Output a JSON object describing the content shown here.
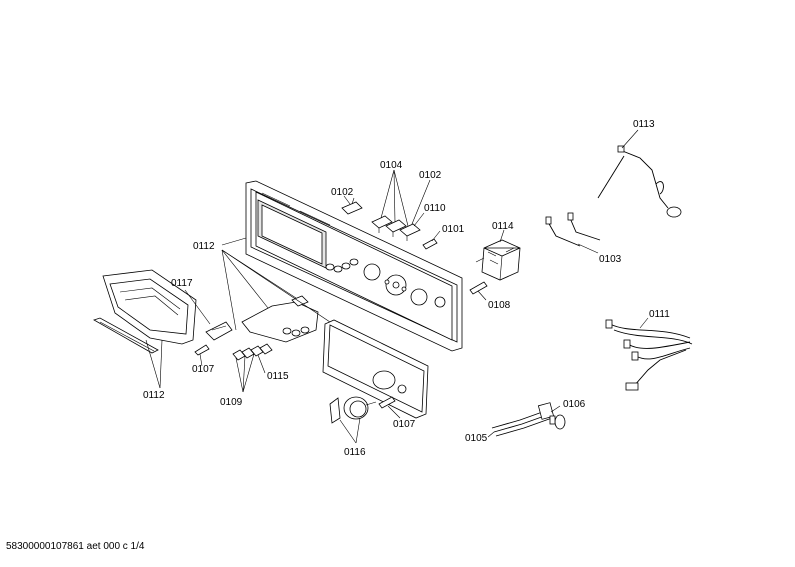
{
  "labels": {
    "p0113": "0113",
    "p0104": "0104",
    "p0102a": "0102",
    "p0102b": "0102",
    "p0110": "0110",
    "p0101": "0101",
    "p0114": "0114",
    "p0103": "0103",
    "p0112a": "0112",
    "p0117": "0117",
    "p0108": "0108",
    "p0111": "0111",
    "p0107a": "0107",
    "p0115": "0115",
    "p0112b": "0112",
    "p0109": "0109",
    "p0107b": "0107",
    "p0106": "0106",
    "p0105": "0105",
    "p0116": "0116"
  },
  "footer": "58300000107861 aet 000 c 1/4"
}
